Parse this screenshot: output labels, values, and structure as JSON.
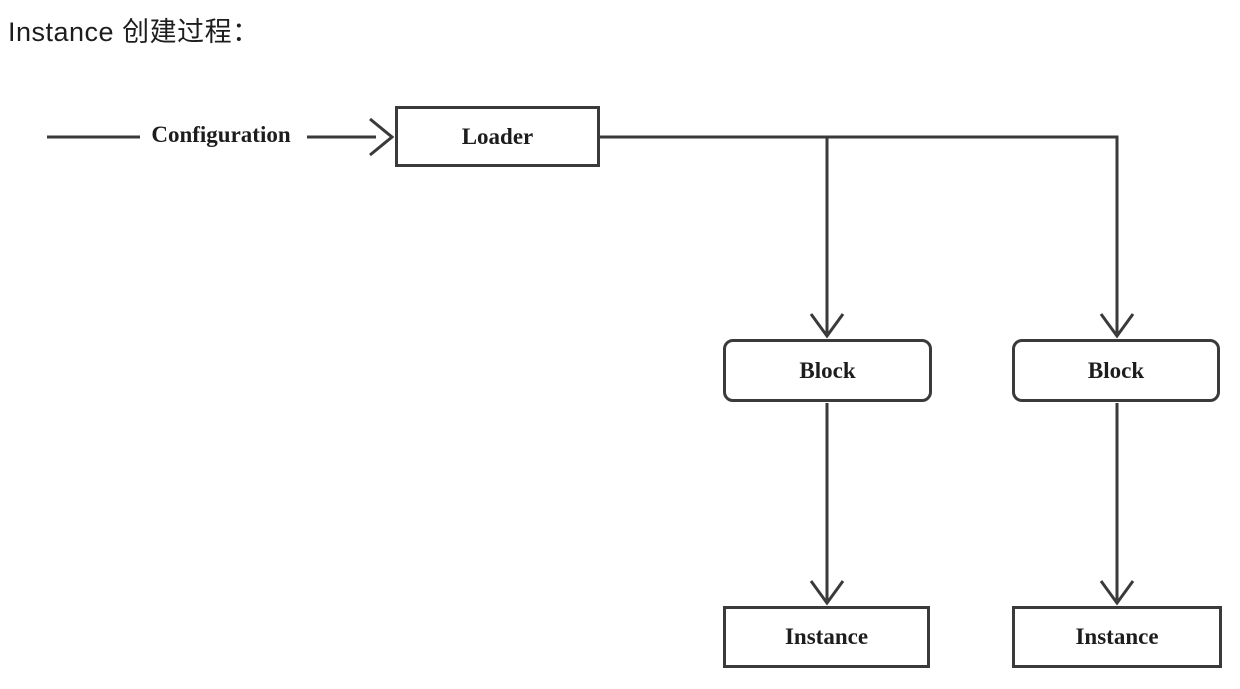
{
  "page": {
    "title": "Instance 创建过程："
  },
  "diagram": {
    "colors": {
      "stroke": "#3a3a3a",
      "text": "#1d1d1d",
      "background": "#ffffff"
    },
    "nodes": [
      {
        "id": "configuration",
        "label": "Configuration",
        "shape": "edge-label"
      },
      {
        "id": "loader",
        "label": "Loader",
        "shape": "rectangle"
      },
      {
        "id": "block-1",
        "label": "Block",
        "shape": "rounded-rectangle"
      },
      {
        "id": "block-2",
        "label": "Block",
        "shape": "rounded-rectangle"
      },
      {
        "id": "instance-1",
        "label": "Instance",
        "shape": "rectangle"
      },
      {
        "id": "instance-2",
        "label": "Instance",
        "shape": "rectangle"
      }
    ],
    "edges": [
      {
        "from": "input",
        "to": "configuration",
        "arrowhead": "none"
      },
      {
        "from": "configuration",
        "to": "loader",
        "arrowhead": "open"
      },
      {
        "from": "loader",
        "to": "block-1",
        "arrowhead": "open"
      },
      {
        "from": "loader",
        "to": "block-2",
        "arrowhead": "open"
      },
      {
        "from": "block-1",
        "to": "instance-1",
        "arrowhead": "open"
      },
      {
        "from": "block-2",
        "to": "instance-2",
        "arrowhead": "open"
      }
    ]
  }
}
